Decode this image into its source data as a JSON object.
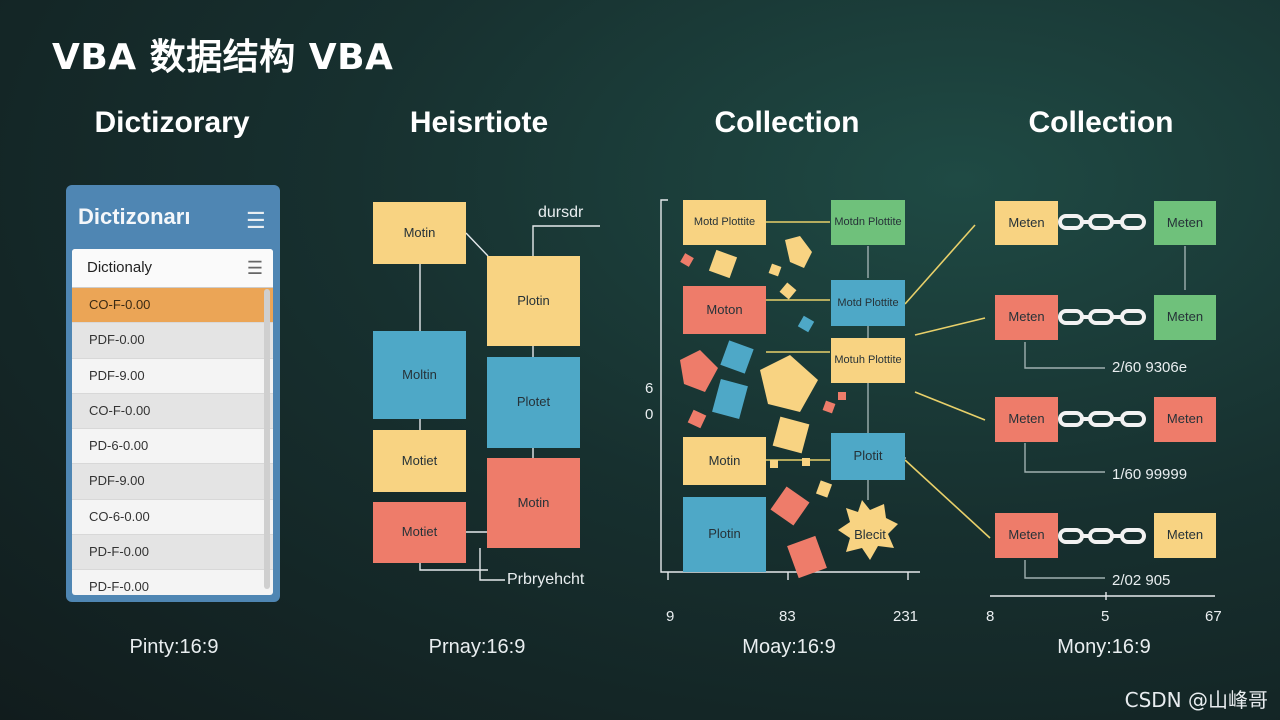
{
  "title": "VBA 数据结构  VBA",
  "columns": [
    {
      "heading": "Dictizorary",
      "footer": "Pinty:16:9"
    },
    {
      "heading": "Heisrtiote",
      "footer": "Prnay:16:9"
    },
    {
      "heading": "Collection",
      "footer": "Moay:16:9"
    },
    {
      "heading": "Collection",
      "footer": "Mony:16:9"
    }
  ],
  "dictionary": {
    "panel_title": "Dictizonarı",
    "menu_icon": "hamburger-icon",
    "header": "Dictionaly",
    "rows": [
      "CO-F-0.00",
      "PDF-0.00",
      "PDF-9.00",
      "CO-F-0.00",
      "PD-6-0.00",
      "PDF-9.00",
      "CO-6-0.00",
      "PD-F-0.00",
      "PD-F-0.00"
    ],
    "selected_index": 0
  },
  "heap": {
    "boxes": [
      "Motin",
      "Plotin",
      "Moltin",
      "Plotet",
      "Motiet",
      "Motin",
      "Motiet"
    ],
    "label_top": "dursdr",
    "label_bottom": "Prbryehcht"
  },
  "collection": {
    "boxes": [
      "Motd Plottite",
      "Motdn Plottite",
      "Moton",
      "Motd Plottite",
      "Motuh Plottite",
      "Motin",
      "Plotit",
      "Plotin",
      "Blecit"
    ],
    "side_labels": [
      "6",
      "0"
    ],
    "axis": [
      "9",
      "83",
      "231"
    ]
  },
  "linked": {
    "rows": [
      {
        "left": "Meten",
        "right": "Meten"
      },
      {
        "left": "Meten",
        "right": "Meten"
      },
      {
        "left": "Meten",
        "right": "Meten"
      },
      {
        "left": "Meten",
        "right": "Meten"
      }
    ],
    "labels": [
      "2/60 9306e",
      "1/60 99999",
      "2/02 905"
    ],
    "axis": [
      "8",
      "5",
      "67"
    ]
  },
  "watermark": "CSDN @山峰哥",
  "colors": {
    "yellow": "#f8d382",
    "blue": "#4ea8c7",
    "red": "#ee7c6a",
    "green": "#6fc17b",
    "orange": "#eba556"
  }
}
